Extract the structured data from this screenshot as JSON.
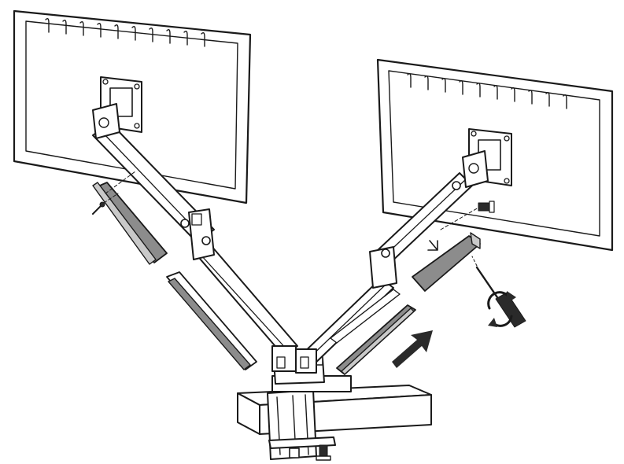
{
  "diagram": {
    "kind": "assembly-instruction-illustration",
    "background": "#ffffff",
    "line_color": "#1a1a1a",
    "cover_color": "#8c8c8c",
    "parts": [
      {
        "name": "left-monitor"
      },
      {
        "name": "right-monitor"
      },
      {
        "name": "left-vesa-plate"
      },
      {
        "name": "right-vesa-plate"
      },
      {
        "name": "left-upper-arm"
      },
      {
        "name": "left-lower-arm"
      },
      {
        "name": "right-upper-arm"
      },
      {
        "name": "right-lower-arm"
      },
      {
        "name": "center-pole"
      },
      {
        "name": "desk"
      },
      {
        "name": "desk-clamp"
      },
      {
        "name": "cable-cover-left-upper"
      },
      {
        "name": "cable-cover-left-lower"
      },
      {
        "name": "cable-cover-right-upper"
      },
      {
        "name": "cable-cover-right-lower"
      },
      {
        "name": "screwdriver"
      },
      {
        "name": "screw"
      },
      {
        "name": "rotate-arrow-icon"
      },
      {
        "name": "insert-arrow-icon"
      }
    ]
  }
}
